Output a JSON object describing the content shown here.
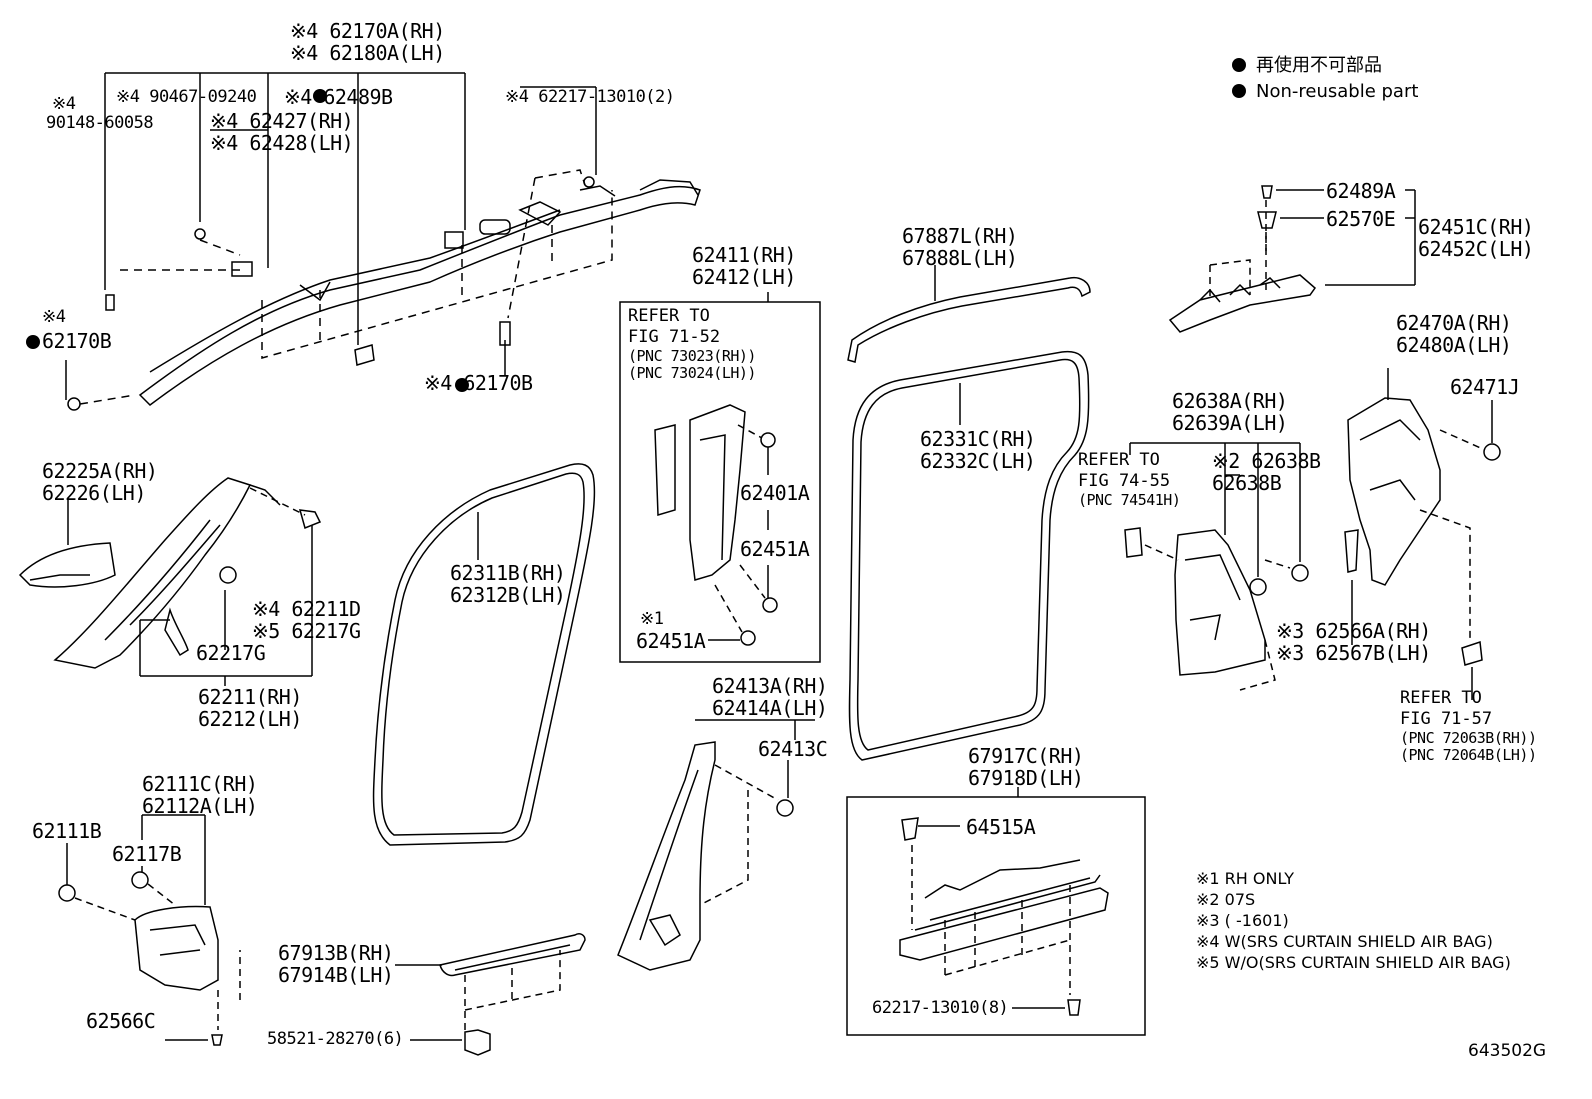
{
  "legend": {
    "non_reusable_jp": "再使用不可部品",
    "non_reusable_en": "Non-reusable part"
  },
  "notes": [
    "※1 RH ONLY",
    "※2 07S",
    "※3 (       -1601)",
    "※4 W(SRS CURTAIN SHIELD AIR BAG)",
    "※5 W/O(SRS CURTAIN SHIELD AIR BAG)"
  ],
  "drawing_code": "643502G",
  "labels": {
    "p62170a": "※4 62170A(RH)",
    "p62180a": "※4 62180A(LH)",
    "p90148_mark": "※4",
    "p90148": "90148-60058",
    "p90467": "※4 90467-09240",
    "p62489b": "※4 62489B",
    "p62427": "※4 62427(RH)",
    "p62428": "※4 62428(LH)",
    "p62217_13010_2": "※4 62217-13010(2)",
    "p62170b_l_mark": "※4",
    "p62170b_l": "62170B",
    "p62170b_r": "※4 62170B",
    "p62225a": "62225A(RH)",
    "p62226": "62226(LH)",
    "p62211d": "※4 62211D",
    "p62217g_5": "※5 62217G",
    "p62217g": "62217G",
    "p62211": "62211(RH)",
    "p62212": "62212(LH)",
    "p62111c": "62111C(RH)",
    "p62112a": "62112A(LH)",
    "p62111b": "62111B",
    "p62117b": "62117B",
    "p62566c": "62566C",
    "p62311b": "62311B(RH)",
    "p62312b": "62312B(LH)",
    "p67913b": "67913B(RH)",
    "p67914b": "67914B(LH)",
    "p58521": "58521-28270(6)",
    "p62411": "62411(RH)",
    "p62412": "62412(LH)",
    "p62401a": "62401A",
    "p62451a_1": "62451A",
    "p62451a_2_mark": "※1",
    "p62451a_2": "62451A",
    "p62413a": "62413A(RH)",
    "p62414a": "62414A(LH)",
    "p62413c": "62413C",
    "p67887l": "67887L(RH)",
    "p67888l": "67888L(LH)",
    "p62331c": "62331C(RH)",
    "p62332c": "62332C(LH)",
    "p67917c": "67917C(RH)",
    "p67918d": "67918D(LH)",
    "p64515a": "64515A",
    "p62217_13010_8": "62217-13010(8)",
    "p62489a": "62489A",
    "p62570e": "62570E",
    "p62451c": "62451C(RH)",
    "p62452c": "62452C(LH)",
    "p62470a": "62470A(RH)",
    "p62480a": "62480A(LH)",
    "p62471j": "62471J",
    "p62638a": "62638A(RH)",
    "p62639a": "62639A(LH)",
    "p62638b_2": "※2 62638B",
    "p62638b": "62638B",
    "p62566a": "※3 62566A(RH)",
    "p62567b": "※3 62567B(LH)"
  },
  "refs": {
    "fig7152": [
      "REFER TO",
      "FIG 71-52",
      "(PNC 73023(RH))",
      "(PNC 73024(LH))"
    ],
    "fig7455": [
      "REFER TO",
      "FIG 74-55",
      "(PNC 74541H)"
    ],
    "fig7157": [
      "REFER TO",
      "FIG 71-57",
      "(PNC 72063B(RH))",
      "(PNC 72064B(LH))"
    ]
  }
}
